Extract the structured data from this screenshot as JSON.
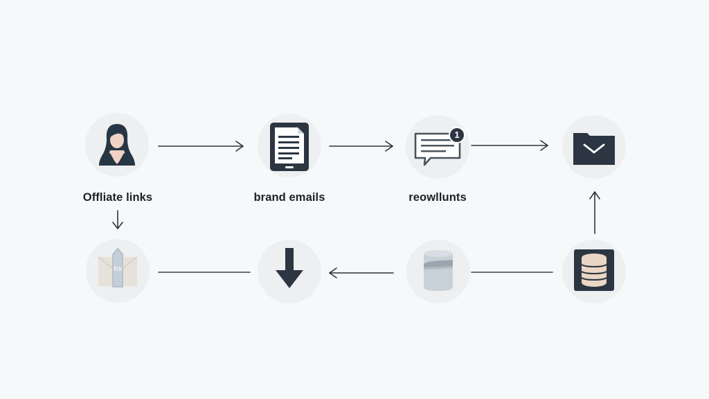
{
  "diagram": {
    "nodes": [
      {
        "id": "affiliate",
        "label": "Offliate links",
        "icon": "person-icon"
      },
      {
        "id": "brand",
        "label": "brand emails",
        "icon": "document-tablet-icon"
      },
      {
        "id": "reowllunts",
        "label": "reowllunts",
        "icon": "message-notification-icon",
        "badge": "1"
      },
      {
        "id": "inbox",
        "label": "",
        "icon": "envelope-folder-icon"
      },
      {
        "id": "envelope",
        "label": "",
        "icon": "envelope-stamp-icon",
        "stamp_text": "lcv"
      },
      {
        "id": "download",
        "label": "",
        "icon": "down-arrow-icon"
      },
      {
        "id": "bucket",
        "label": "",
        "icon": "bucket-icon"
      },
      {
        "id": "database",
        "label": "",
        "icon": "database-icon"
      }
    ],
    "colors": {
      "background": "#f6f9fa",
      "circle": "#eeeff1",
      "icon_dark": "#2b3642",
      "line": "#2b323b"
    }
  }
}
